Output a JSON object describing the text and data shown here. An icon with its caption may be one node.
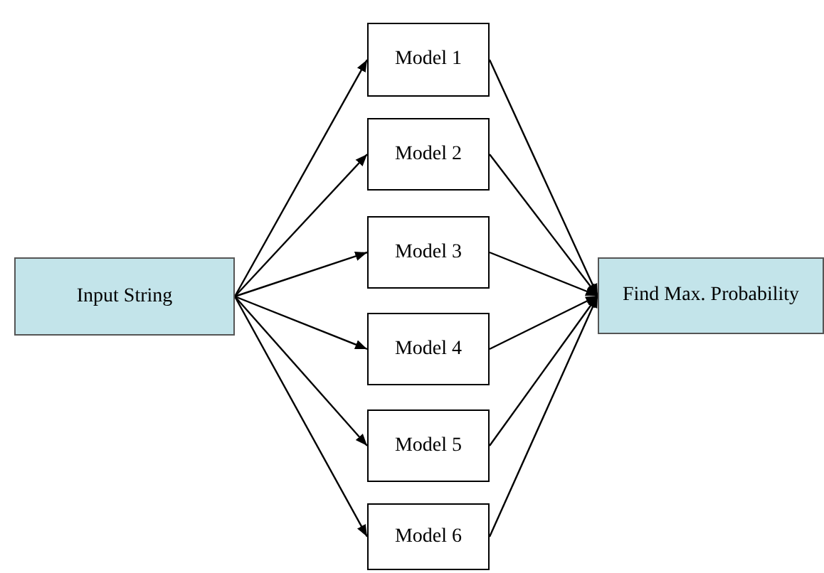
{
  "diagram": {
    "nodes": [
      {
        "text": [
          "Input String"
        ]
      },
      {
        "text": [
          "Model 1"
        ]
      },
      {
        "text": [
          "Model 2"
        ]
      },
      {
        "text": [
          "Model 3"
        ]
      },
      {
        "text": [
          "Model 4"
        ]
      },
      {
        "text": [
          "Model 5"
        ]
      },
      {
        "text": [
          "Model 6"
        ]
      },
      {
        "text": [
          "Find Max. Probability"
        ]
      }
    ],
    "edges": [
      {
        "from": 0,
        "to": 1,
        "arrow": "to"
      },
      {
        "from": 0,
        "to": 2,
        "arrow": "to"
      },
      {
        "from": 0,
        "to": 3,
        "arrow": "to"
      },
      {
        "from": 0,
        "to": 4,
        "arrow": "to"
      },
      {
        "from": 0,
        "to": 5,
        "arrow": "to"
      },
      {
        "from": 0,
        "to": 6,
        "arrow": "to"
      },
      {
        "from": 1,
        "to": 7,
        "arrow": "to"
      },
      {
        "from": 2,
        "to": 7,
        "arrow": "to"
      },
      {
        "from": 3,
        "to": 7,
        "arrow": "to"
      },
      {
        "from": 4,
        "to": 7,
        "arrow": "to"
      },
      {
        "from": 5,
        "to": 7,
        "arrow": "to"
      },
      {
        "from": 6,
        "to": 7,
        "arrow": "to"
      }
    ]
  }
}
